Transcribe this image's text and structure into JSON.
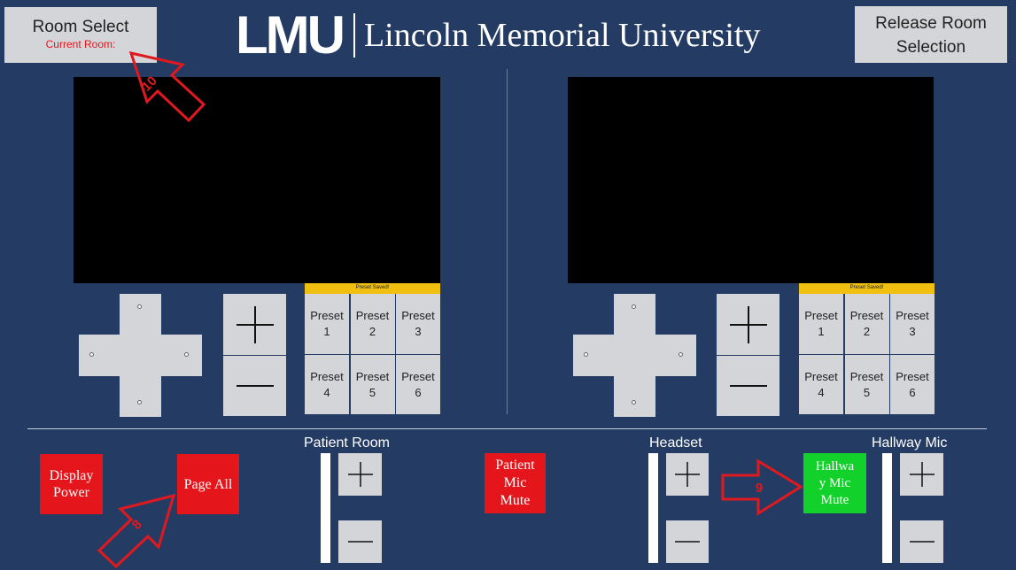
{
  "header": {
    "room_select": {
      "label": "Room Select",
      "current_room": "Current Room:"
    },
    "logo": {
      "mark": "LMU",
      "name": "Lincoln Memorial University"
    },
    "release": {
      "line1": "Release Room",
      "line2": "Selection"
    }
  },
  "left_camera": {
    "preset_status": "Preset Saved!",
    "presets": [
      {
        "label": "Preset",
        "num": "1"
      },
      {
        "label": "Preset",
        "num": "2"
      },
      {
        "label": "Preset",
        "num": "3"
      },
      {
        "label": "Preset",
        "num": "4"
      },
      {
        "label": "Preset",
        "num": "5"
      },
      {
        "label": "Preset",
        "num": "6"
      }
    ]
  },
  "right_camera": {
    "preset_status": "Preset Saved!",
    "presets": [
      {
        "label": "Preset",
        "num": "1"
      },
      {
        "label": "Preset",
        "num": "2"
      },
      {
        "label": "Preset",
        "num": "3"
      },
      {
        "label": "Preset",
        "num": "4"
      },
      {
        "label": "Preset",
        "num": "5"
      },
      {
        "label": "Preset",
        "num": "6"
      }
    ]
  },
  "bottom": {
    "display_power": {
      "line1": "Display",
      "line2": "Power"
    },
    "page_all": "Page All",
    "patient_room": "Patient Room",
    "patient_mic_mute": {
      "line1": "Patient",
      "line2": "Mic",
      "line3": "Mute"
    },
    "headset": "Headset",
    "hallway_mic_mute": {
      "line1": "Hallwa",
      "line2": "y Mic",
      "line3": "Mute"
    },
    "hallway_mic": "Hallway Mic"
  },
  "annotations": {
    "arrow_10": "10",
    "arrow_8": "8",
    "arrow_9": "9",
    "color": "#e0191e"
  },
  "colors": {
    "background": "#243b63",
    "button_gray": "#d3d5d8",
    "red": "#e5161b",
    "green": "#13d12b",
    "preset_bar": "#f0bf10"
  }
}
